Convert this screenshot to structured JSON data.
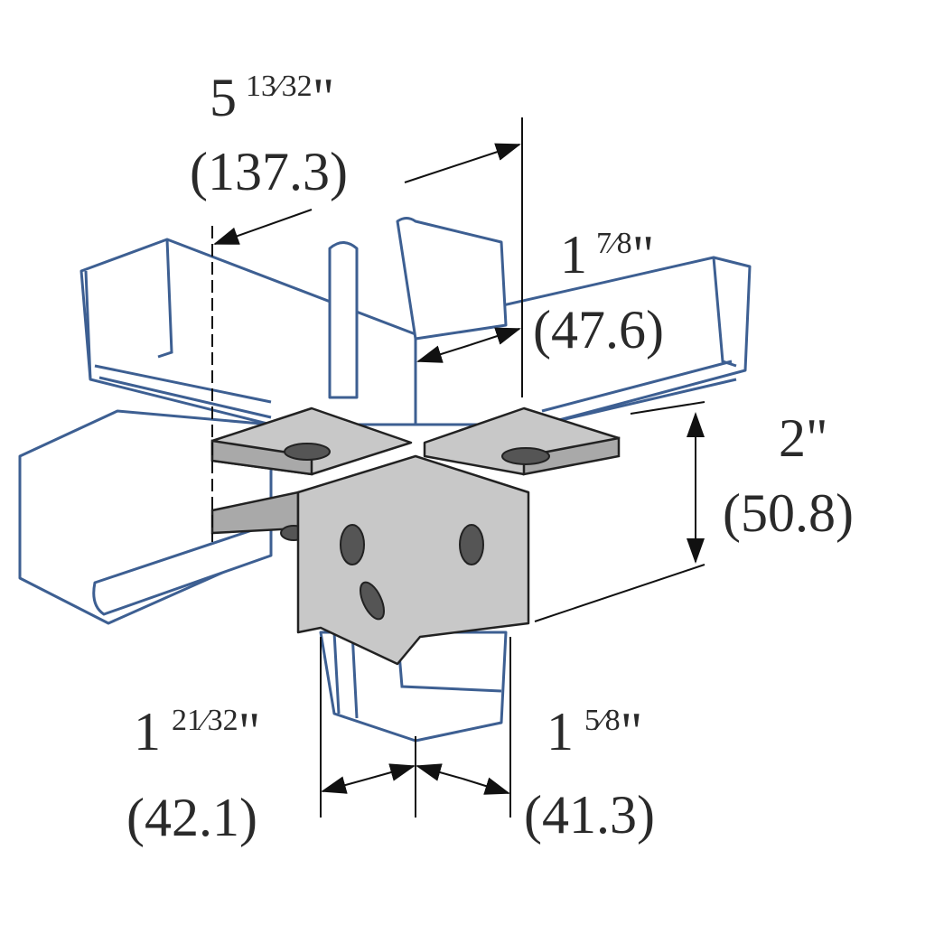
{
  "dimensions": {
    "overall_length": {
      "imperial_whole": "5",
      "imperial_fraction": "13⁄32",
      "inch_mark": "\"",
      "metric": "(137.3)"
    },
    "flange_width": {
      "imperial_whole": "1",
      "imperial_fraction": "7⁄8",
      "inch_mark": "\"",
      "metric": "(47.6)"
    },
    "height": {
      "imperial_whole": "2",
      "inch_mark": "\"",
      "metric": "(50.8)"
    },
    "left_depth": {
      "imperial_whole": "1",
      "imperial_fraction": "21⁄32",
      "inch_mark": "\"",
      "metric": "(42.1)"
    },
    "right_depth": {
      "imperial_whole": "1",
      "imperial_fraction": "5⁄8",
      "inch_mark": "\"",
      "metric": "(41.3)"
    }
  },
  "colors": {
    "channel": "#3d5f92",
    "bracket": "#c8c8c8"
  }
}
